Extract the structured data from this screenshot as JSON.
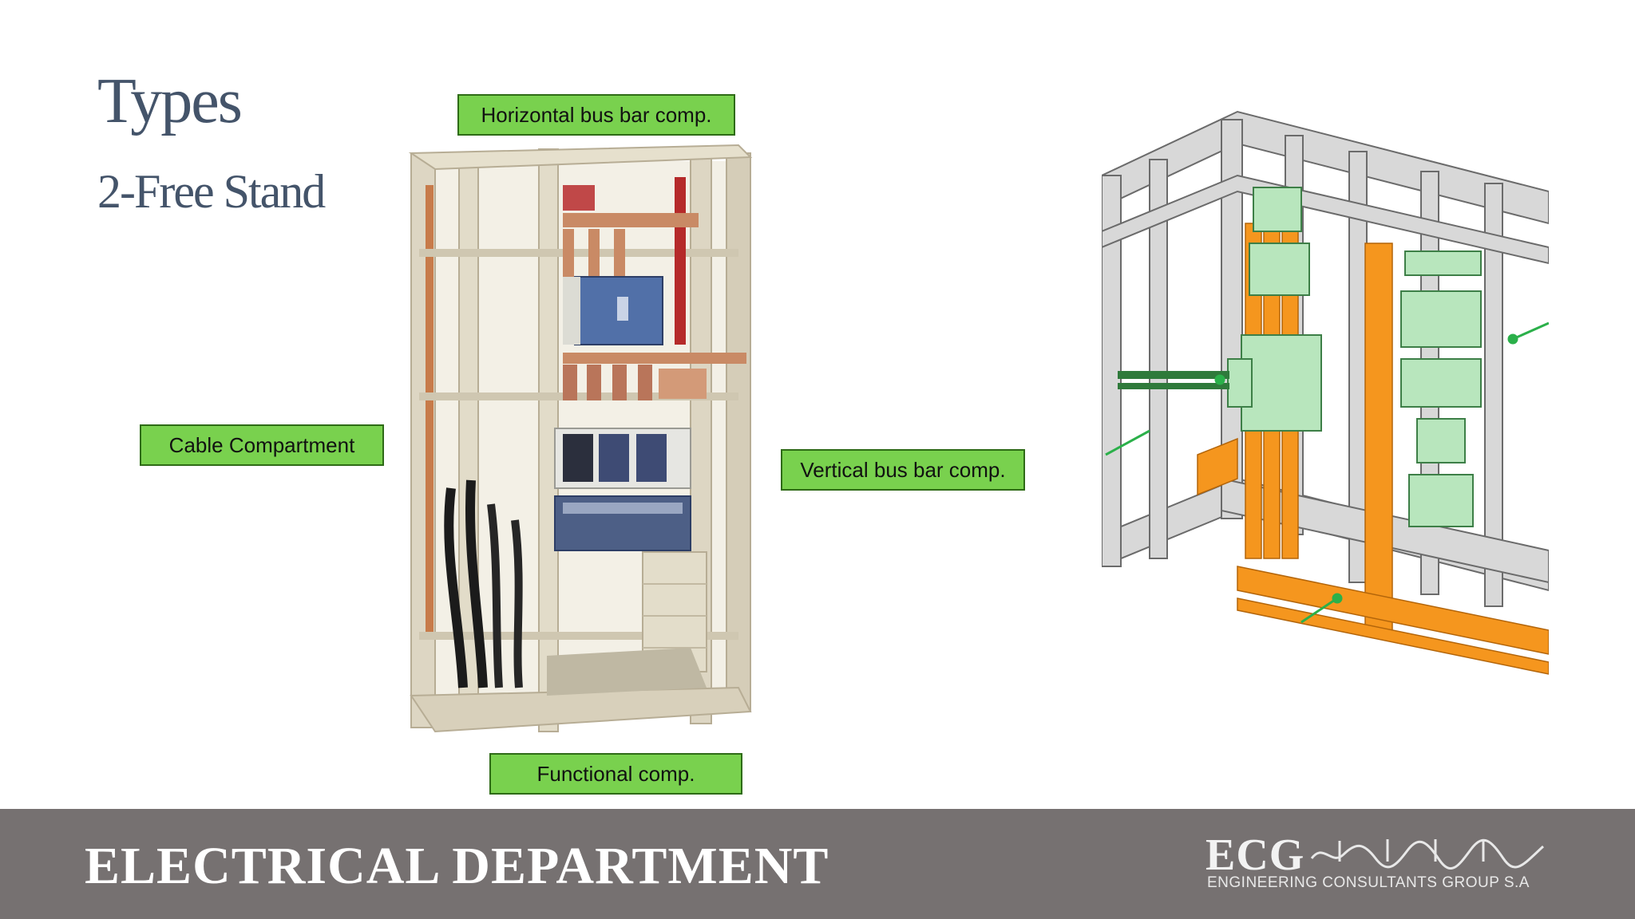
{
  "slide": {
    "title": "Types",
    "subtitle": "2-Free Stand"
  },
  "labels": {
    "horizontal_bus_bar": "Horizontal bus bar comp.",
    "cable_compartment": "Cable Compartment",
    "vertical_bus_bar": "Vertical bus bar comp.",
    "functional": "Functional comp."
  },
  "footer": {
    "department": "ELECTRICAL DEPARTMENT",
    "logo_abbr": "ECG",
    "logo_name": "ENGINEERING CONSULTANTS GROUP S.A"
  },
  "colors": {
    "label_fill": "#79d14e",
    "footer_bg": "#767171",
    "title": "#44546a",
    "busbar_orange": "#f5961e",
    "module_green": "#b8e6bd"
  }
}
